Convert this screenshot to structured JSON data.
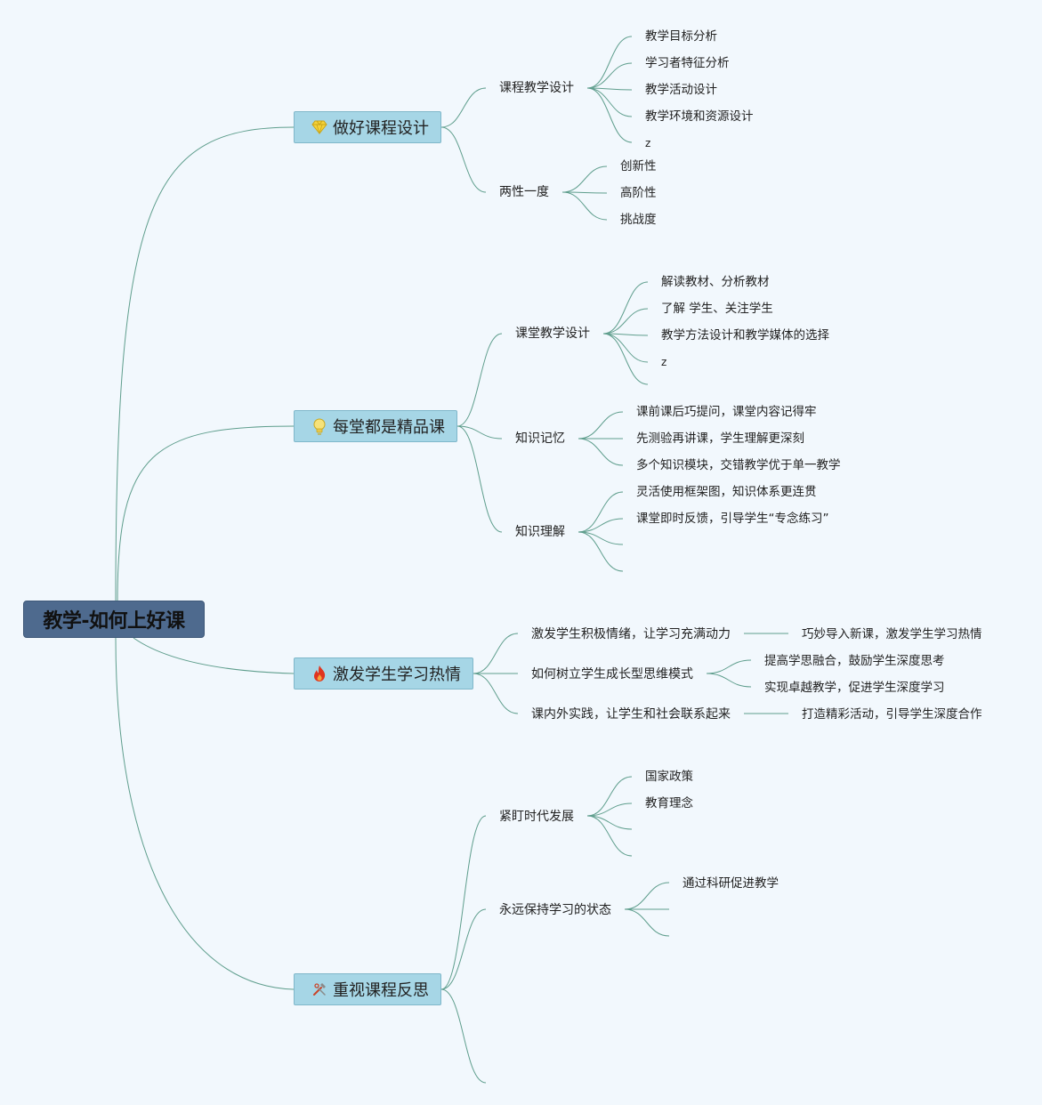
{
  "root": "教学-如何上好课",
  "branches": [
    {
      "label": "做好课程设计",
      "icon": "diamond-icon",
      "children": [
        {
          "label": "课程教学设计",
          "leaves": [
            "教学目标分析",
            "学习者特征分析",
            "教学活动设计",
            "教学环境和资源设计",
            "z"
          ]
        },
        {
          "label": "两性一度",
          "leaves": [
            "创新性",
            "高阶性",
            "挑战度"
          ]
        }
      ]
    },
    {
      "label": "每堂都是精品课",
      "icon": "lightbulb-icon",
      "children": [
        {
          "label": "课堂教学设计",
          "leaves": [
            "解读教材、分析教材",
            "了解 学生、关注学生",
            "教学方法设计和教学媒体的选择",
            "z",
            ""
          ]
        },
        {
          "label": "知识记忆",
          "leaves": [
            "课前课后巧提问，课堂内容记得牢",
            "先测验再讲课，学生理解更深刻",
            "多个知识模块，交错教学优于单一教学"
          ]
        },
        {
          "label": "知识理解",
          "leaves": [
            "灵活使用框架图，知识体系更连贯",
            "课堂即时反馈，引导学生“专念练习”",
            "",
            ""
          ]
        }
      ]
    },
    {
      "label": "激发学生学习热情",
      "icon": "flame-icon",
      "children": [
        {
          "label": "激发学生积极情绪，让学习充满动力",
          "leaves": [
            "巧妙导入新课，激发学生学习热情"
          ]
        },
        {
          "label": "如何树立学生成长型思维模式",
          "leaves": [
            "提高学思融合，鼓励学生深度思考",
            "实现卓越教学，促进学生深度学习"
          ]
        },
        {
          "label": "课内外实践，让学生和社会联系起来",
          "leaves": [
            "打造精彩活动，引导学生深度合作"
          ]
        }
      ]
    },
    {
      "label": "重视课程反思",
      "icon": "tools-icon",
      "children": [
        {
          "label": "紧盯时代发展",
          "leaves": [
            "国家政策",
            "教育理念",
            "",
            ""
          ]
        },
        {
          "label": "永远保持学习的状态",
          "leaves": [
            "通过科研促进教学",
            "",
            ""
          ]
        },
        {
          "label": "",
          "leaves": []
        }
      ]
    }
  ],
  "colors": {
    "line": "#5f9e8d",
    "root_bg": "#4e6a8e",
    "main_bg": "#a6d6e6",
    "background": "#f2f8fd"
  }
}
